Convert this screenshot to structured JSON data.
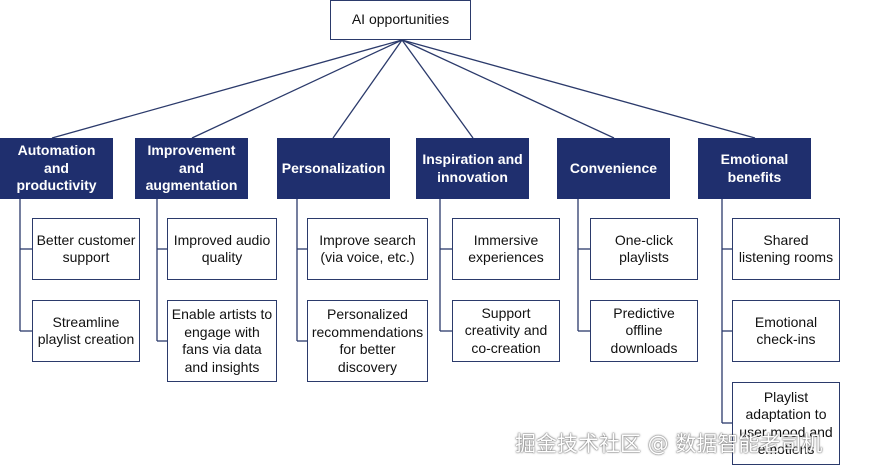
{
  "root": {
    "label": "AI opportunities"
  },
  "categories": [
    {
      "label": "Automation and productivity",
      "items": [
        "Better customer support",
        "Streamline playlist creation"
      ]
    },
    {
      "label": "Improvement and augmentation",
      "items": [
        "Improved audio quality",
        "Enable artists to engage with fans via data and insights"
      ]
    },
    {
      "label": "Personalization",
      "items": [
        "Improve search (via voice, etc.)",
        "Personalized recommendations for better discovery"
      ]
    },
    {
      "label": "Inspiration and innovation",
      "items": [
        "Immersive experiences",
        "Support creativity and co-creation"
      ]
    },
    {
      "label": "Convenience",
      "items": [
        "One-click playlists",
        "Predictive offline downloads"
      ]
    },
    {
      "label": "Emotional benefits",
      "items": [
        "Shared listening rooms",
        "Emotional check-ins",
        "Playlist adaptation to user mood and emotions"
      ]
    }
  ],
  "watermark": "掘金技术社区 @ 数据智能老司机",
  "colors": {
    "category_fill": "#1f2f6e",
    "border": "#2b3a6b",
    "line": "#2b3a6b"
  }
}
